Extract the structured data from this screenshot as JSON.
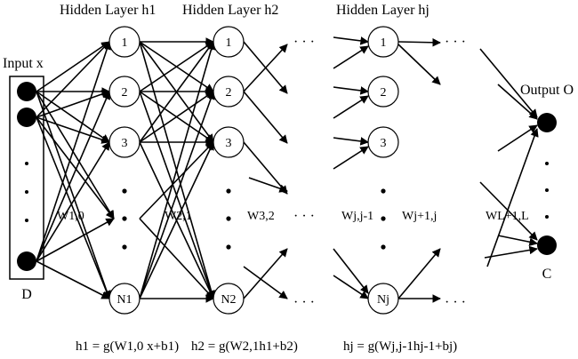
{
  "headers": {
    "input": "Input x",
    "h1": "Hidden Layer h1",
    "h2": "Hidden Layer h2",
    "hj": "Hidden Layer hj",
    "output": "Output O"
  },
  "nodes": {
    "h1": [
      "1",
      "2",
      "3",
      "N1"
    ],
    "h2": [
      "1",
      "2",
      "3",
      "N2"
    ],
    "hj": [
      "1",
      "2",
      "3",
      "Nj"
    ]
  },
  "weights": {
    "w10": "W1,0",
    "w21": "W2,1",
    "w32": "W3,2",
    "wjj1": "Wj,j-1",
    "wj1j": "Wj+1,j",
    "wl1l": "WL+1,L"
  },
  "dims": {
    "input": "D",
    "output": "C"
  },
  "equations": {
    "h1": "h1 = g(W1,0 x+b1)",
    "h2": "h2 = g(W2,1h1+b2)",
    "hj": "hj = g(Wj,j-1hj-1+bj)"
  }
}
